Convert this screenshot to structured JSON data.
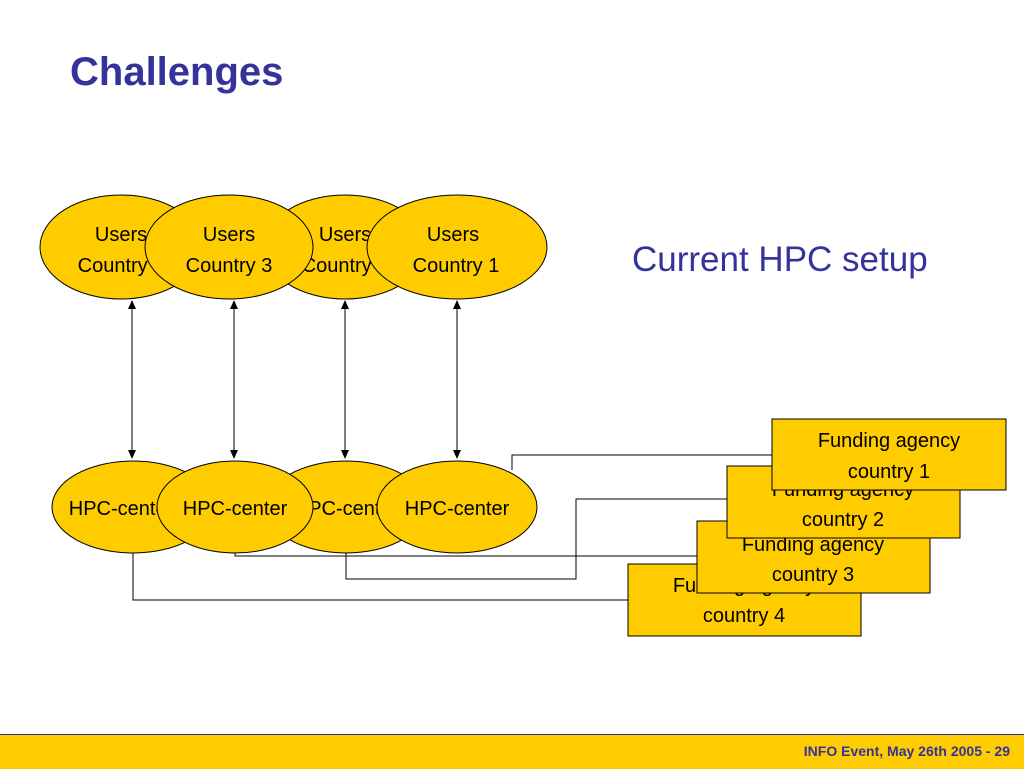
{
  "slide": {
    "title": "Challenges",
    "subtitle": "Current HPC setup"
  },
  "diagram": {
    "users": [
      {
        "line1": "Users",
        "line2": "Country 4"
      },
      {
        "line1": "Users",
        "line2": "Country 3"
      },
      {
        "line1": "Users",
        "line2": "Country 2"
      },
      {
        "line1": "Users",
        "line2": "Country 1"
      }
    ],
    "hpc_centers": [
      {
        "label": "HPC-center"
      },
      {
        "label": "HPC-center"
      },
      {
        "label": "HPC-center"
      },
      {
        "label": "HPC-center"
      }
    ],
    "funding_agencies": [
      {
        "line1": "Funding agency",
        "line2": "country 4"
      },
      {
        "line1": "Funding agency",
        "line2": "country 3"
      },
      {
        "line1": "Funding agency",
        "line2": "country 2"
      },
      {
        "line1": "Funding agency",
        "line2": "country 1"
      }
    ]
  },
  "footer": {
    "text": "INFO Event, May 26th 2005  - 29"
  },
  "colors": {
    "title": "#333399",
    "shape_fill": "#ffcc00",
    "footer_bar": "#ffcc00"
  }
}
